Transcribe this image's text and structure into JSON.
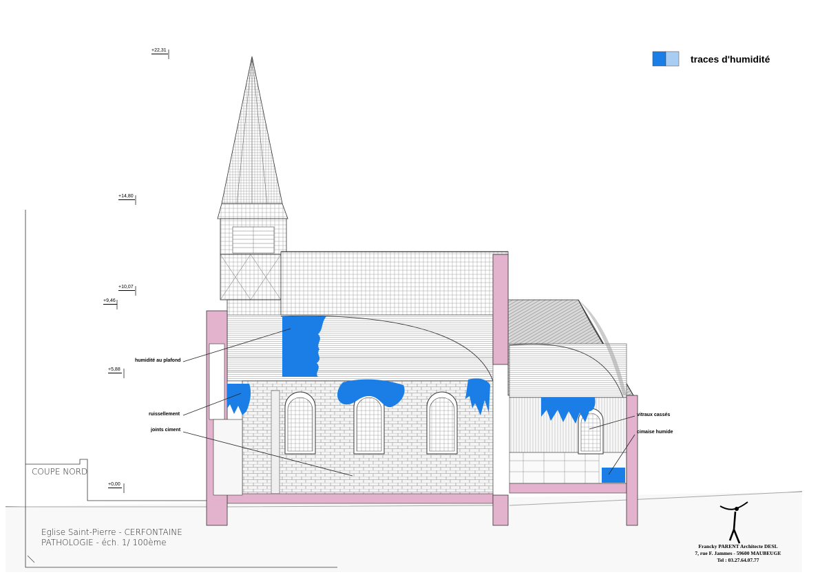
{
  "legend": {
    "label": "traces d'humidité",
    "colors": {
      "dark": "#1b7ee6",
      "light": "#a9cdf2"
    }
  },
  "levels": [
    "+22,31",
    "+14,80",
    "+10,07",
    "+9,46",
    "+5,88",
    "+0,00"
  ],
  "annotations": {
    "ceiling": "humidité au plafond",
    "runoff": "ruissellement",
    "joints": "joints ciment",
    "windows": "vitraux cassés",
    "cymatium": "cimaise humide"
  },
  "section_label": "COUPE NORD",
  "drawing_title": {
    "line1": "Eglise Saint-Pierre - CERFONTAINE",
    "line2": "PATHOLOGIE - éch. 1/ 100ème"
  },
  "architect": {
    "name": "Francky PARENT Architecte DESL",
    "address": "7, rue F. Jammes - 59600 MAUBEUGE",
    "phone": "Tel : 03.27.64.07.77"
  },
  "colors": {
    "wall_section": "#e3b3cd",
    "humidity": "#1b7ee6",
    "roof_shade": "#bfbfbf",
    "line": "#333333"
  }
}
